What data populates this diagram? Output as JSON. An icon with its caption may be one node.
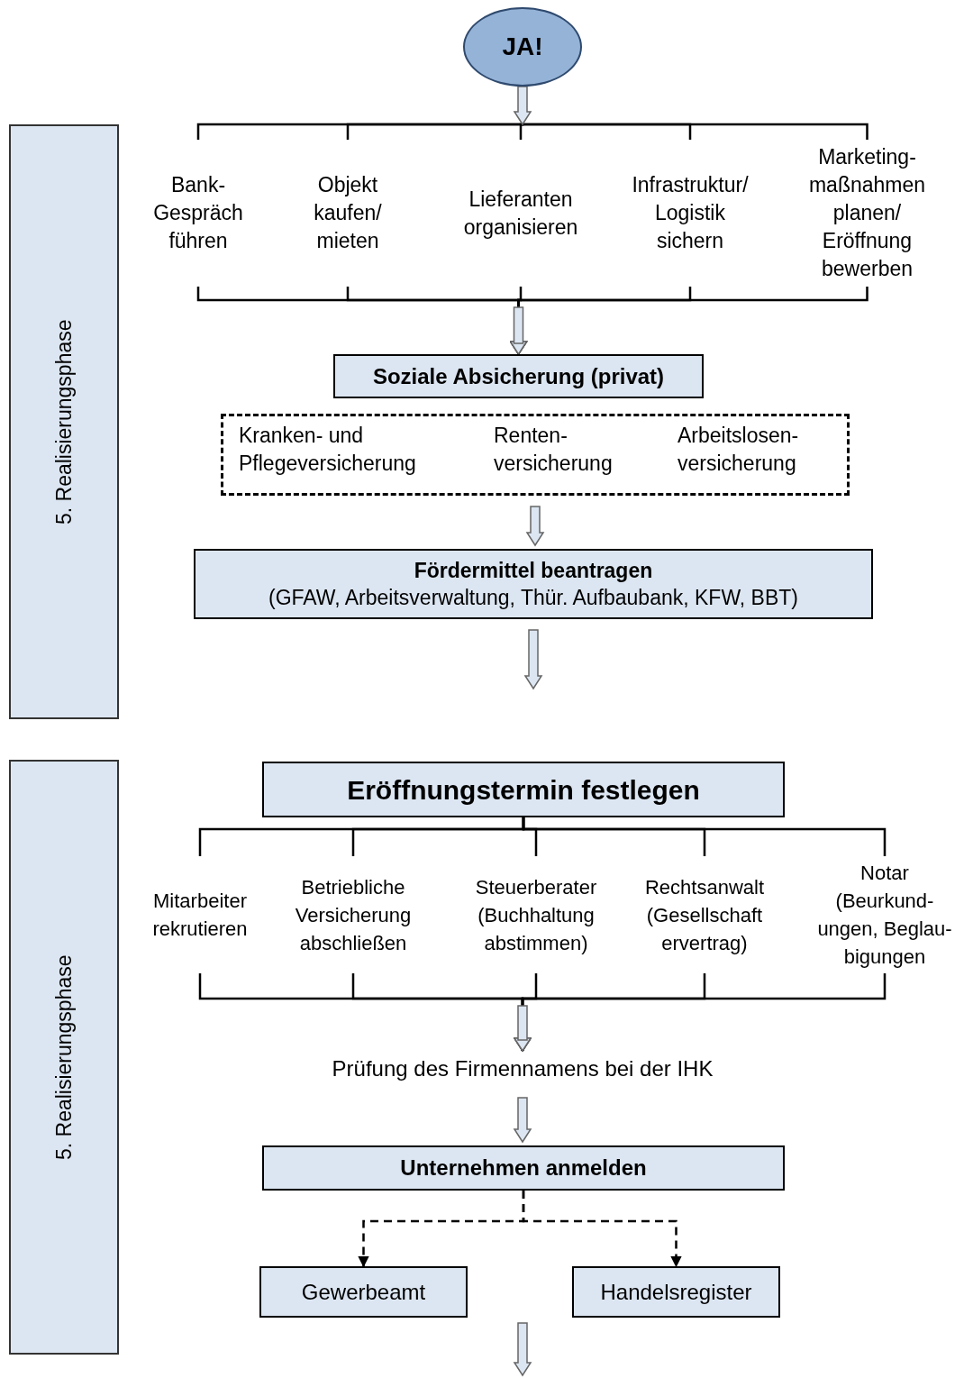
{
  "diagram": {
    "nodes": [
      {
        "text": [
          "5. Realisierungsphase"
        ]
      },
      {
        "text": [
          "JA!"
        ]
      },
      {
        "text": [
          "Bank- Gespräch führen"
        ]
      },
      {
        "text": [
          "Objekt kaufen/ mieten"
        ]
      },
      {
        "text": [
          "Lieferanten organisieren"
        ]
      },
      {
        "text": [
          "Infrastruktur/ Logistik sichern"
        ]
      },
      {
        "text": [
          "Marketing- maßnahmen planen/ Eröffnung bewerben"
        ]
      },
      {
        "text": [
          "Soziale Absicherung (privat)"
        ]
      },
      {
        "text": [],
        "shape": "box"
      },
      {
        "text": [
          "Kranken- und Pflegeversicherung"
        ],
        "in": 8
      },
      {
        "text": [
          "Renten- versicherung"
        ],
        "in": 8
      },
      {
        "text": [
          "Arbeitslosen- versicherung"
        ],
        "in": 8
      },
      {
        "text": [
          "Fördermittel beantragen",
          "(GFAW, Arbeitsverwaltung, Thür. Aufbaubank, KFW, BBT)"
        ]
      },
      {
        "text": [
          "5. Realisierungsphase"
        ]
      },
      {
        "text": [
          "Eröffnungstermin festlegen"
        ]
      },
      {
        "text": [
          "Mitarbeiter rekrutieren"
        ]
      },
      {
        "text": [
          "Betriebliche Versicherung abschließen"
        ]
      },
      {
        "text": [
          "Steuerberater (Buchhaltung abstimmen)"
        ]
      },
      {
        "text": [
          "Rechtsanwalt (Gesellschaft ervertrag)"
        ]
      },
      {
        "text": [
          "Notar (Beurkund- ungen, Beglau- bigungen"
        ]
      },
      {
        "text": [
          "Prüfung des Firmennamens bei der IHK"
        ]
      },
      {
        "text": [
          "Unternehmen anmelden"
        ]
      },
      {
        "text": [
          "Gewerbeamt"
        ]
      },
      {
        "text": [
          "Handelsregister"
        ]
      }
    ],
    "edges": [
      {
        "from": 1,
        "to": null,
        "arrow": "to"
      },
      {
        "from": 1,
        "to": 2,
        "arrow": "none"
      },
      {
        "from": 1,
        "to": 3,
        "arrow": "none"
      },
      {
        "from": 1,
        "to": 4,
        "arrow": "none"
      },
      {
        "from": 1,
        "to": 5,
        "arrow": "none"
      },
      {
        "from": 1,
        "to": 6,
        "arrow": "none"
      },
      {
        "from": 2,
        "to": 7,
        "arrow": "to"
      },
      {
        "from": 3,
        "to": 7,
        "arrow": "to"
      },
      {
        "from": 4,
        "to": 7,
        "arrow": "to"
      },
      {
        "from": 5,
        "to": 7,
        "arrow": "to"
      },
      {
        "from": 6,
        "to": 7,
        "arrow": "to"
      },
      {
        "from": 8,
        "to": 12,
        "arrow": "to"
      },
      {
        "from": 12,
        "to": null,
        "arrow": "to"
      },
      {
        "from": 14,
        "to": 15,
        "arrow": "none"
      },
      {
        "from": 14,
        "to": 16,
        "arrow": "none"
      },
      {
        "from": 14,
        "to": 17,
        "arrow": "none"
      },
      {
        "from": 14,
        "to": 18,
        "arrow": "none"
      },
      {
        "from": 14,
        "to": 19,
        "arrow": "none"
      },
      {
        "from": 15,
        "to": 20,
        "arrow": "to"
      },
      {
        "from": 16,
        "to": 20,
        "arrow": "to"
      },
      {
        "from": 17,
        "to": 20,
        "arrow": "to"
      },
      {
        "from": 18,
        "to": 20,
        "arrow": "to"
      },
      {
        "from": 19,
        "to": 20,
        "arrow": "to"
      },
      {
        "from": 20,
        "to": 21,
        "arrow": "to"
      },
      {
        "from": 21,
        "to": 22,
        "arrow": "to",
        "style": "dashed"
      },
      {
        "from": 21,
        "to": 23,
        "arrow": "to",
        "style": "dashed"
      }
    ]
  }
}
